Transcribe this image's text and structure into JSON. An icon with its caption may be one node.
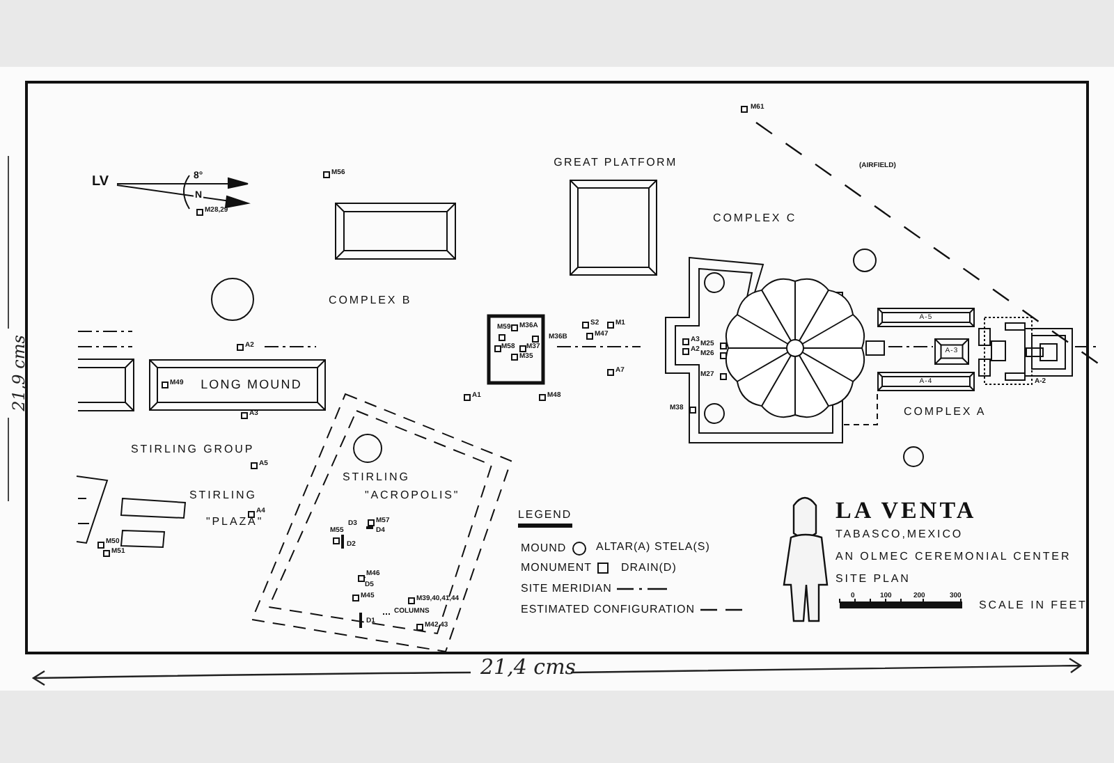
{
  "diagram": {
    "title": "LA VENTA",
    "nodes": [
      {
        "text": [
          "GREAT PLATFORM"
        ]
      },
      {
        "text": [
          "LONG MOUND"
        ]
      },
      {
        "text": [
          "A-5"
        ]
      },
      {
        "text": [
          "A-3"
        ]
      },
      {
        "text": [
          "A-4"
        ]
      }
    ],
    "labels": [
      "LV",
      "8°",
      "N",
      "M28,29",
      "M56",
      "M61",
      "(AIRFIELD)",
      "COMPLEX C",
      "COMPLEX B",
      "A2",
      "M49",
      "A3",
      "M59",
      "M36A",
      "M36B",
      "M58",
      "M37",
      "M35",
      "S2",
      "M1",
      "M47",
      "A7",
      "A1",
      "M48",
      "A3",
      "A2",
      "M25",
      "M26",
      "M27",
      "M38",
      "A-2",
      "COMPLEX A",
      "STIRLING GROUP",
      "A5",
      "STIRLING",
      "A4",
      "\"PLAZA\"",
      "M50",
      "M51",
      "STIRLING",
      "\"ACROPOLIS\"",
      "M57",
      "D3",
      "M55",
      "D4",
      "D2",
      "M46",
      "D5",
      "M45",
      "M39,40,41,44",
      "COLUMNS",
      "D1",
      "M42,43",
      "LEGEND",
      "TABASCO,MEXICO",
      "AN OLMEC CEREMONIAL CENTER",
      "SITE PLAN",
      "0",
      "100",
      "200",
      "300",
      "SCALE IN FEET",
      "21,9 cms",
      "21,4 cms"
    ],
    "legend": [
      {
        "text": "MOUND"
      },
      {
        "text": "ALTAR(A)"
      },
      {
        "text": "STELA(S)"
      },
      {
        "text": "MONUMENT"
      },
      {
        "text": "DRAIN(D)"
      },
      {
        "text": "SITE MERIDIAN"
      },
      {
        "text": "ESTIMATED CONFIGURATION"
      }
    ]
  }
}
